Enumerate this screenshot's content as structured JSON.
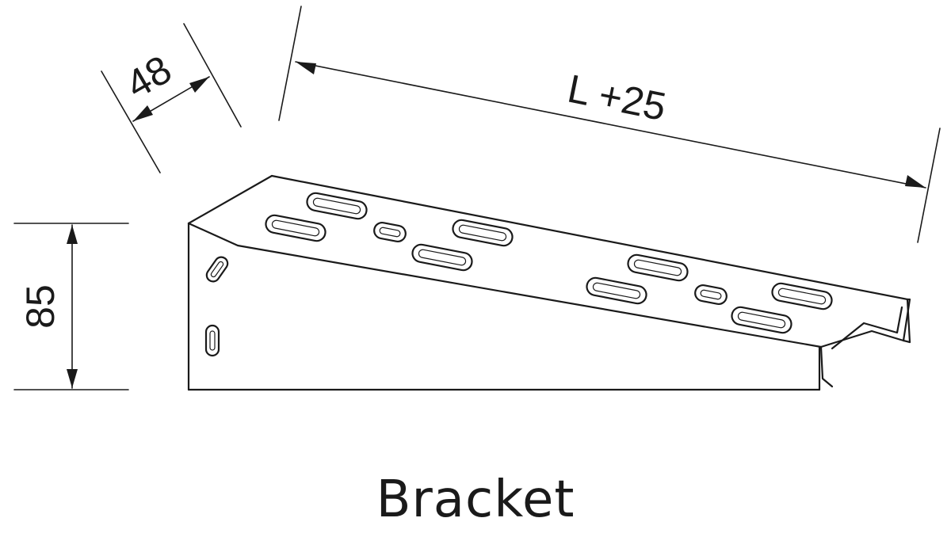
{
  "dimensions": {
    "width_label": "48",
    "length_label": "L +25",
    "height_label": "85"
  },
  "caption": "Bracket",
  "colors": {
    "line": "#1a1a1a",
    "background": "#ffffff"
  }
}
